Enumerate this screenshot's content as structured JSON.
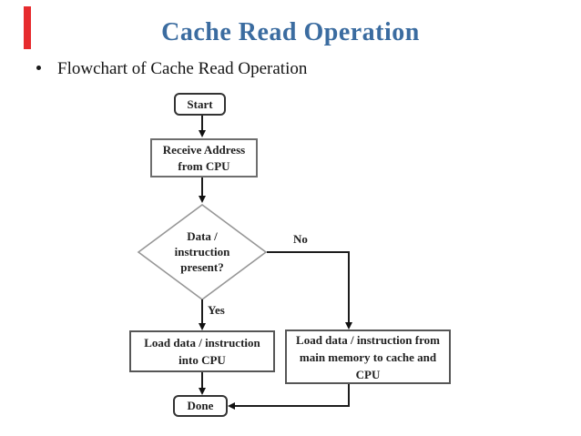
{
  "slide": {
    "title": "Cache Read Operation",
    "title_color": "#3b6ca0",
    "accent_bar_color": "#e62b2e",
    "bullet": "Flowchart of Cache Read Operation"
  },
  "flowchart": {
    "type": "flowchart",
    "nodes": {
      "start": {
        "shape": "rounded",
        "label": "Start"
      },
      "receive": {
        "shape": "rect",
        "lines": [
          "Receive Address",
          "from CPU"
        ]
      },
      "decision": {
        "shape": "diamond",
        "lines": [
          "Data /",
          "instruction",
          "present?"
        ]
      },
      "load_cpu": {
        "shape": "rect",
        "lines": [
          "Load data / instruction",
          "into CPU"
        ]
      },
      "load_mem": {
        "shape": "rect",
        "lines": [
          "Load data / instruction from",
          "main memory to cache and",
          "CPU"
        ]
      },
      "done": {
        "shape": "rounded",
        "label": "Done"
      }
    },
    "labels": {
      "yes": "Yes",
      "no": "No"
    },
    "edges": [
      {
        "from": "start",
        "to": "receive"
      },
      {
        "from": "receive",
        "to": "decision"
      },
      {
        "from": "decision",
        "to": "load_cpu",
        "label": "Yes"
      },
      {
        "from": "decision",
        "to": "load_mem",
        "label": "No"
      },
      {
        "from": "load_cpu",
        "to": "done"
      },
      {
        "from": "load_mem",
        "to": "done"
      }
    ]
  }
}
